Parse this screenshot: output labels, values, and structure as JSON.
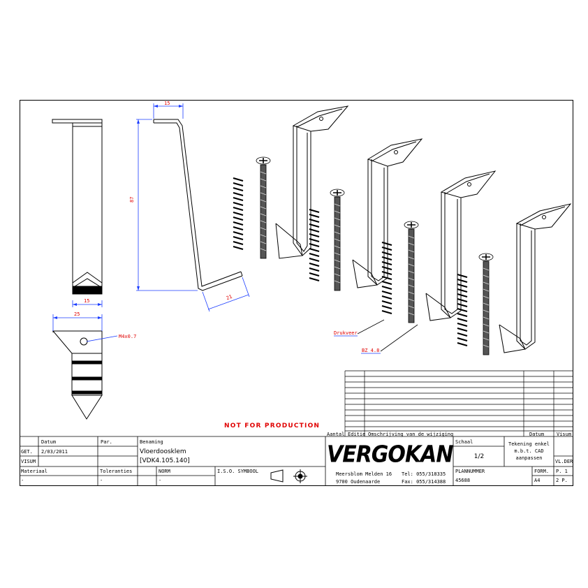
{
  "annotations": {
    "dim_15_top": "15",
    "dim_15_bottom": "15",
    "dim_25": "25",
    "dim_87": "87",
    "dim_21": "21",
    "hole_label": "M4x0.7",
    "spring_label": "Drukveer",
    "screw_label": "BZ 4.8",
    "not_for_production": "NOT FOR PRODUCTION"
  },
  "title_block": {
    "headers": {
      "aantal": "Aantal",
      "editie": "Editie",
      "omschrijving": "Omschrijving van de wijziging",
      "datum": "Datum",
      "visum": "Visum"
    },
    "left": {
      "datum_header": "Datum",
      "par_header": "Par.",
      "benaming_header": "Benaming",
      "get_label": "GET.",
      "get_date": "2/03/2011",
      "visum_label": "VISUM",
      "benaming_line1": "Vloerdoosklem",
      "benaming_line2": "[VDK4.105.140]",
      "materiaal_label": "Materiaal",
      "toleranties_label": "Toleranties",
      "norm_label": "NORM",
      "symbol_label": "I.S.O. SYMBOOL",
      "materiaal_value": "-",
      "toleranties_value": "-",
      "norm_value": "-"
    },
    "company": {
      "logo": "VERGOKAN",
      "street": "Meersblom Melden 16",
      "city": "9700 Oudenaarde",
      "tel": "Tel: 055/318335",
      "fax": "Fax: 055/314388"
    },
    "right": {
      "schaal_label": "Schaal",
      "schaal_value": "1/2",
      "note_line1": "Tekening enkel",
      "note_line2": "m.b.t. CAD",
      "note_line3": "aanpassen",
      "plannummer_label": "PLANNUMMER",
      "plannummer_value": "45688",
      "formaat_label": "FORM.",
      "formaat_value": "A4",
      "vlder_label": "VL.DER",
      "page_value": "P. 1",
      "pages_value": "2 P."
    }
  },
  "colors": {
    "ink": "#000000",
    "dimension": "#e00000",
    "dimension_lines": "#1a3cff"
  }
}
